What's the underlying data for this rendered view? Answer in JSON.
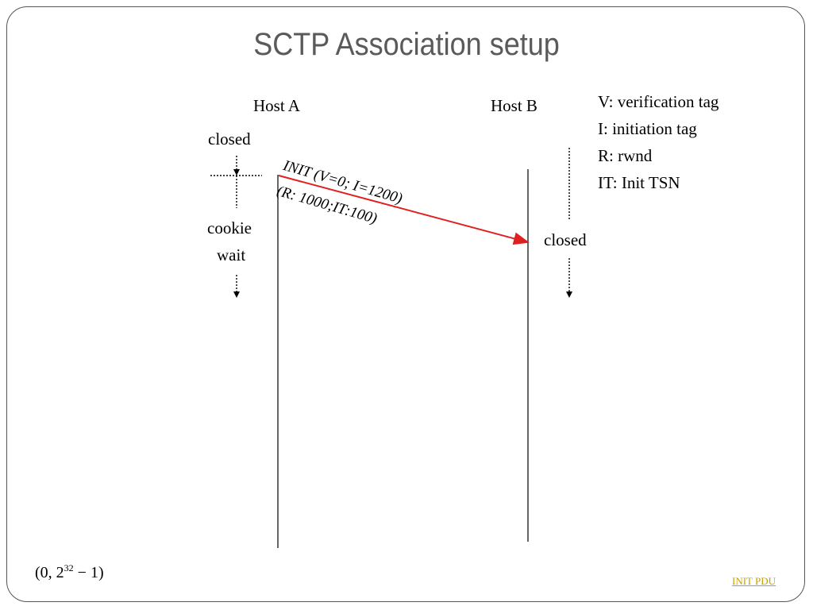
{
  "title": "SCTP Association setup",
  "hosts": {
    "a": "Host A",
    "b": "Host B"
  },
  "states": {
    "a_closed": "closed",
    "a_cookie": "cookie",
    "a_wait": "wait",
    "b_closed": "closed"
  },
  "message": {
    "line1": "INIT (V=0; I=1200)",
    "line2": "(R: 1000;IT:100)",
    "color": "#e02020"
  },
  "legend": [
    "V: verification tag",
    "I: initiation tag",
    "R: rwnd",
    "IT: Init TSN"
  ],
  "range": {
    "open": "(0, 2",
    "exponent": "32",
    "close": " − 1)"
  },
  "link": "INIT PDU"
}
